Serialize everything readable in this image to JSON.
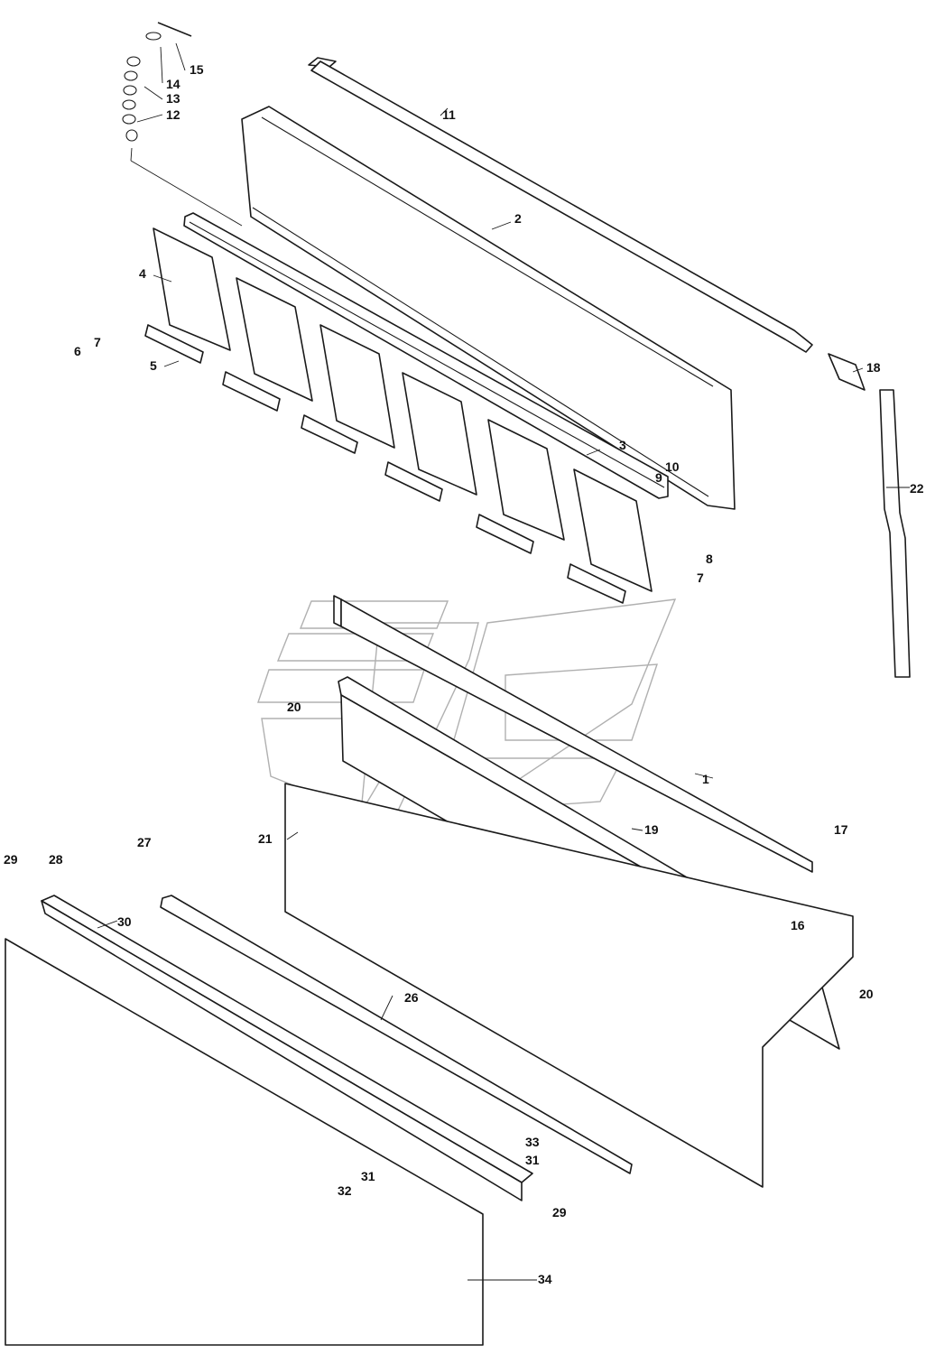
{
  "diagram": {
    "callouts": [
      {
        "id": "c1",
        "text": "1"
      },
      {
        "id": "c2",
        "text": "2"
      },
      {
        "id": "c3",
        "text": "3"
      },
      {
        "id": "c4",
        "text": "4"
      },
      {
        "id": "c5",
        "text": "5"
      },
      {
        "id": "c6",
        "text": "6"
      },
      {
        "id": "c7a",
        "text": "7"
      },
      {
        "id": "c7b",
        "text": "7"
      },
      {
        "id": "c8",
        "text": "8"
      },
      {
        "id": "c9",
        "text": "9"
      },
      {
        "id": "c10",
        "text": "10"
      },
      {
        "id": "c11",
        "text": "11"
      },
      {
        "id": "c12",
        "text": "12"
      },
      {
        "id": "c13",
        "text": "13"
      },
      {
        "id": "c14",
        "text": "14"
      },
      {
        "id": "c15",
        "text": "15"
      },
      {
        "id": "c16",
        "text": "16"
      },
      {
        "id": "c17",
        "text": "17"
      },
      {
        "id": "c18",
        "text": "18"
      },
      {
        "id": "c19",
        "text": "19"
      },
      {
        "id": "c20a",
        "text": "20"
      },
      {
        "id": "c20b",
        "text": "20"
      },
      {
        "id": "c21",
        "text": "21"
      },
      {
        "id": "c22",
        "text": "22"
      },
      {
        "id": "c26",
        "text": "26"
      },
      {
        "id": "c27",
        "text": "27"
      },
      {
        "id": "c28",
        "text": "28"
      },
      {
        "id": "c29a",
        "text": "29"
      },
      {
        "id": "c29b",
        "text": "29"
      },
      {
        "id": "c30",
        "text": "30"
      },
      {
        "id": "c31a",
        "text": "31"
      },
      {
        "id": "c31b",
        "text": "31"
      },
      {
        "id": "c32",
        "text": "32"
      },
      {
        "id": "c33",
        "text": "33"
      },
      {
        "id": "c34",
        "text": "34"
      }
    ],
    "colors": {
      "line": "#1a1a1a",
      "watermark": "#b0b0b0",
      "background": "#ffffff"
    }
  }
}
